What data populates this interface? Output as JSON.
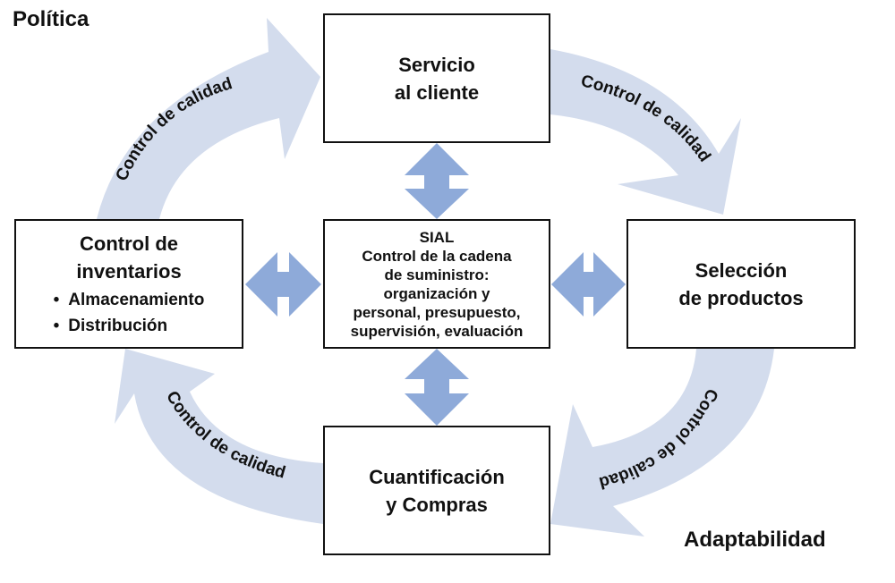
{
  "corners": {
    "top_left": "Política",
    "bottom_right": "Adaptabilidad"
  },
  "boxes": {
    "servicio": {
      "line1": "Servicio",
      "line2": "al cliente"
    },
    "inventarios": {
      "line1": "Control de",
      "line2": "inventarios",
      "bullets": [
        "Almacenamiento",
        "Distribución"
      ]
    },
    "sial": {
      "lines": [
        "SIAL",
        "Control de la cadena",
        "de suministro:",
        "organización y",
        "personal, presupuesto,",
        "supervisión, evaluación"
      ]
    },
    "seleccion": {
      "line1": "Selección",
      "line2": "de productos"
    },
    "cuantificacion": {
      "line1": "Cuantificación",
      "line2": "y Compras"
    }
  },
  "arrows": {
    "top_left": "Control de calidad",
    "top_right": "Control de calidad",
    "bottom_right": "Control de calidad",
    "bottom_left": "Control de calidad"
  },
  "colors": {
    "arc_fill": "#d3dced",
    "connector_fill": "#8eaad9",
    "border": "#111111"
  }
}
